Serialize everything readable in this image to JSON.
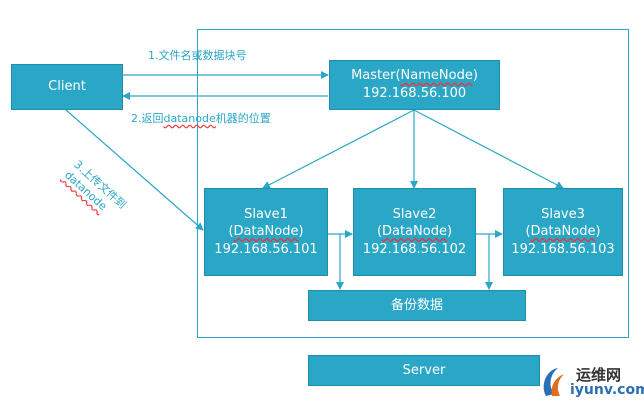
{
  "client": {
    "label": "Client"
  },
  "master": {
    "line1_prefix": "Master(",
    "line1_mid": "NameNode",
    "line1_suffix": ")",
    "ip": "192.168.56.100"
  },
  "slaves": [
    {
      "name": "Slave1",
      "role_prefix": "(",
      "role_mid": "DataNode",
      "role_suffix": ")",
      "ip": "192.168.56.101"
    },
    {
      "name": "Slave2",
      "role_prefix": "(",
      "role_mid": "DataNode",
      "role_suffix": ")",
      "ip": "192.168.56.102"
    },
    {
      "name": "Slave3",
      "role_prefix": "(",
      "role_mid": "DataNode",
      "role_suffix": ")",
      "ip": "192.168.56.103"
    }
  ],
  "backup": {
    "label": "备份数据"
  },
  "server": {
    "label": "Server"
  },
  "edges": {
    "step1": "1.文件名或数据块号",
    "step2_prefix": "2.返回",
    "step2_mid": "datanode",
    "step2_suffix": "机器的位置",
    "step3_line1": "3.上传文件到",
    "step3_line2": "datanode"
  },
  "watermark": {
    "cn": "运维网",
    "en": "iyunv.com"
  },
  "colors": {
    "box": "#2aa7c7",
    "label": "#2aa7c7",
    "arrow": "#2aa7c7"
  }
}
